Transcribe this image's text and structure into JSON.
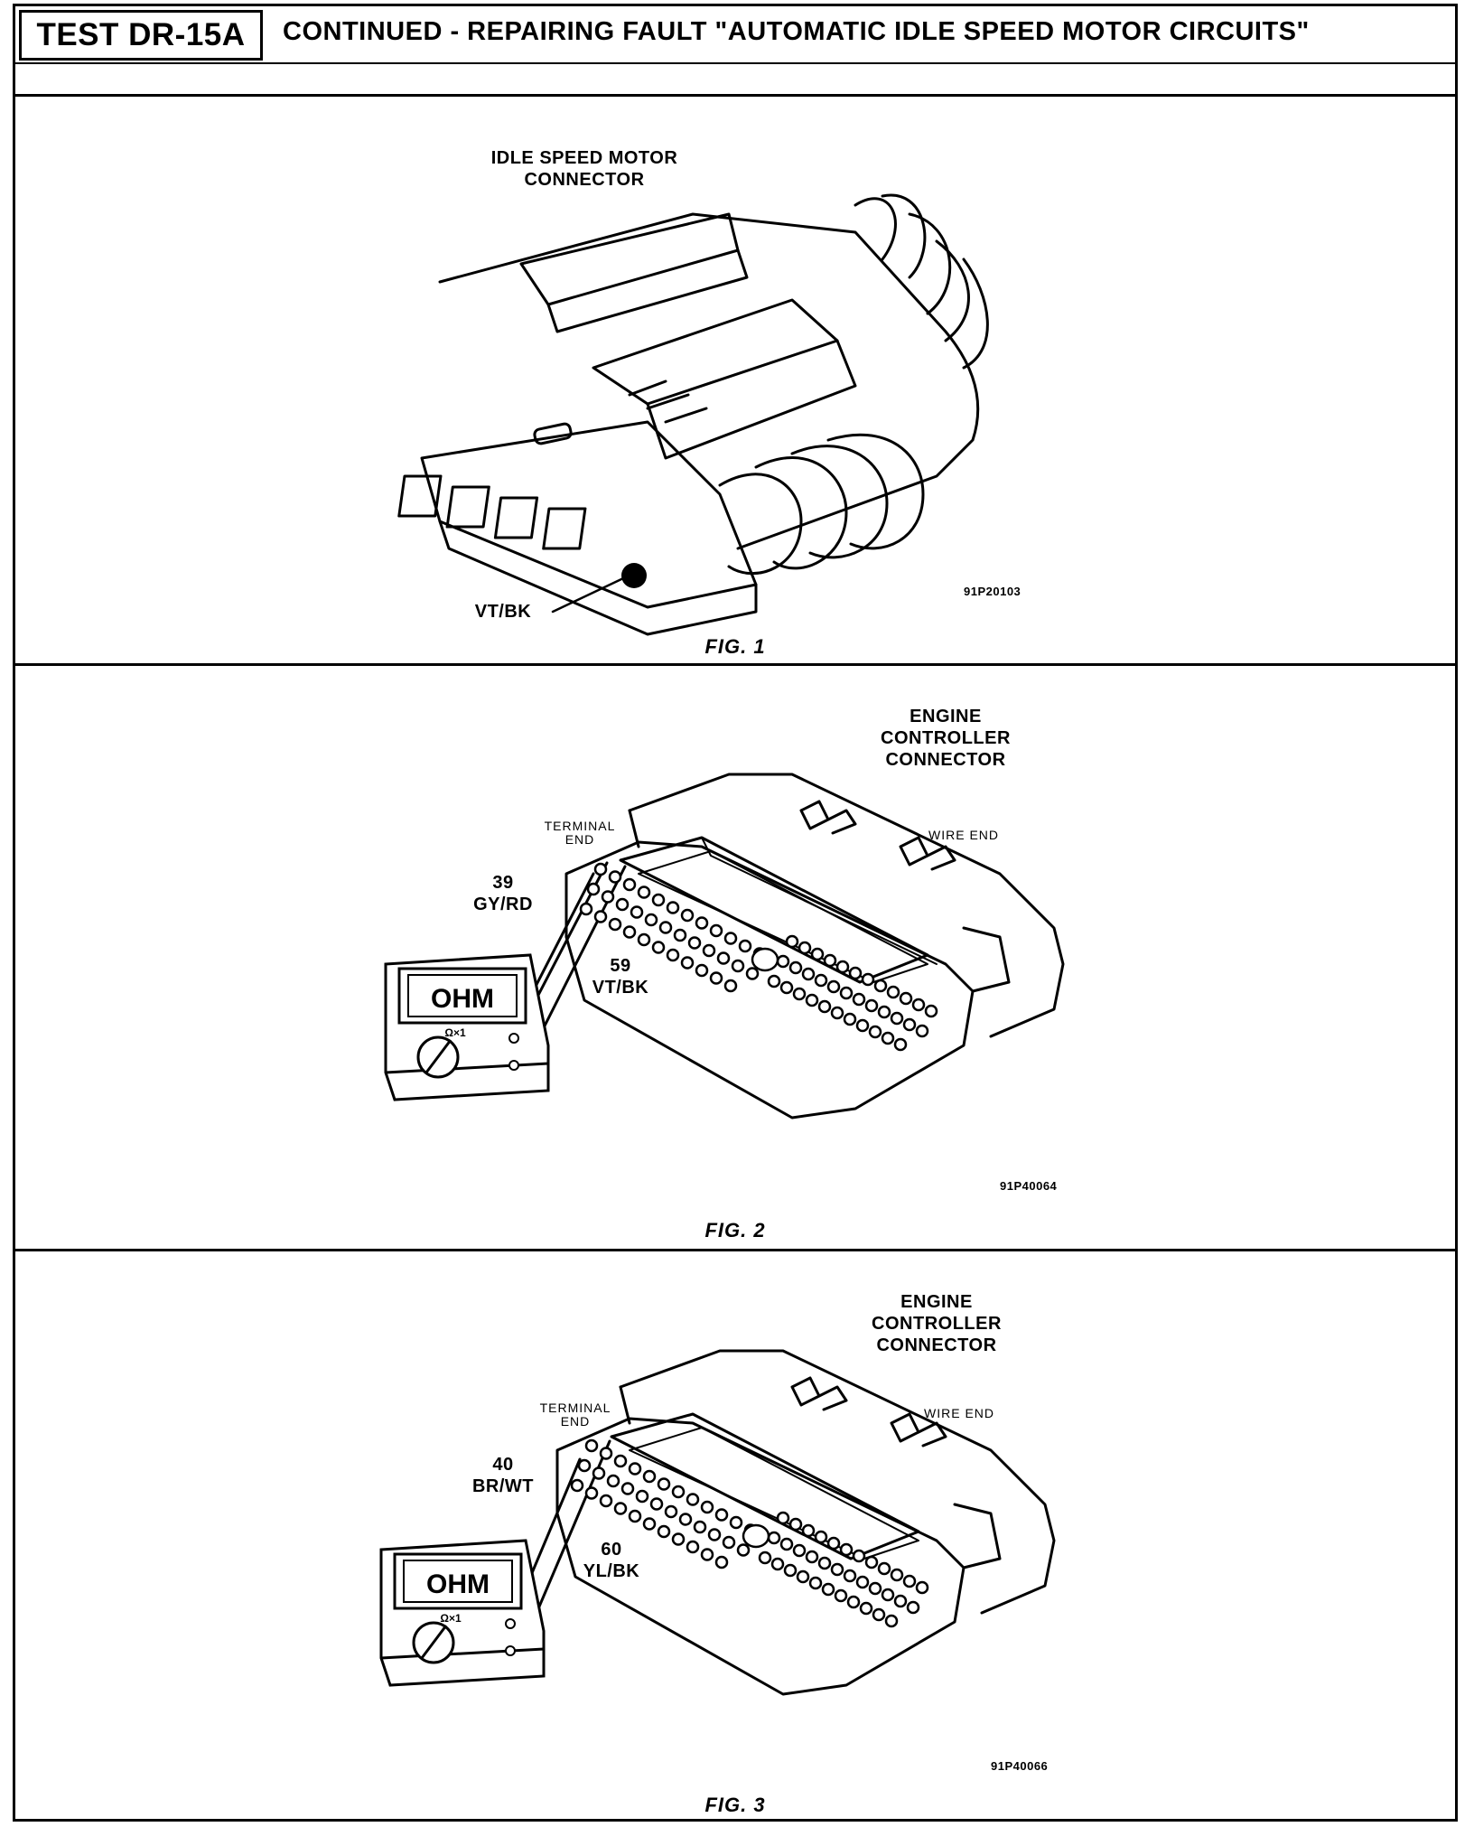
{
  "header": {
    "test_id": "TEST DR-15A",
    "title": "CONTINUED -  REPAIRING FAULT \"AUTOMATIC IDLE SPEED MOTOR CIRCUITS\""
  },
  "figures": [
    {
      "caption": "FIG. 1",
      "component_label_line1": "IDLE SPEED MOTOR",
      "component_label_line2": "CONNECTOR",
      "wire_label": "VT/BK",
      "ref_code": "91P20103"
    },
    {
      "caption": "FIG. 2",
      "component_label_line1": "ENGINE",
      "component_label_line2": "CONTROLLER",
      "component_label_line3": "CONNECTOR",
      "terminal_end_line1": "TERMINAL",
      "terminal_end_line2": "END",
      "wire_end": "WIRE END",
      "pin_a_number": "39",
      "pin_a_color": "GY/RD",
      "pin_b_number": "59",
      "pin_b_color": "VT/BK",
      "meter_display": "OHM",
      "meter_range": "Ω×1",
      "ref_code": "91P40064"
    },
    {
      "caption": "FIG. 3",
      "component_label_line1": "ENGINE",
      "component_label_line2": "CONTROLLER",
      "component_label_line3": "CONNECTOR",
      "terminal_end_line1": "TERMINAL",
      "terminal_end_line2": "END",
      "wire_end": "WIRE END",
      "pin_a_number": "40",
      "pin_a_color": "BR/WT",
      "pin_b_number": "60",
      "pin_b_color": "YL/BK",
      "meter_display": "OHM",
      "meter_range": "Ω×1",
      "ref_code": "91P40066"
    }
  ]
}
